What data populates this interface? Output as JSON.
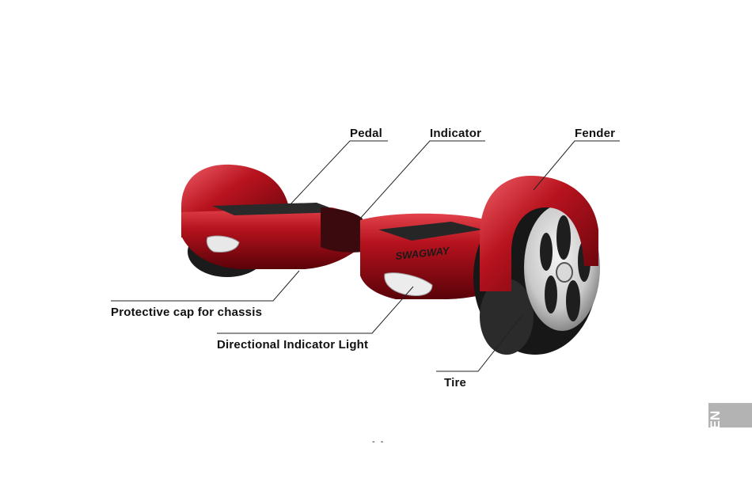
{
  "labels": {
    "pedal": "Pedal",
    "indicator": "Indicator",
    "fender": "Fender",
    "protective_cap": "Protective cap for chassis",
    "directional_light": "Directional Indicator Light",
    "tire": "Tire"
  },
  "brand": "SWAGWAY",
  "language_tab": "EN",
  "page_number": "- -",
  "colors": {
    "body_red": "#b0121c",
    "tab_gray": "#b3b3b3"
  }
}
